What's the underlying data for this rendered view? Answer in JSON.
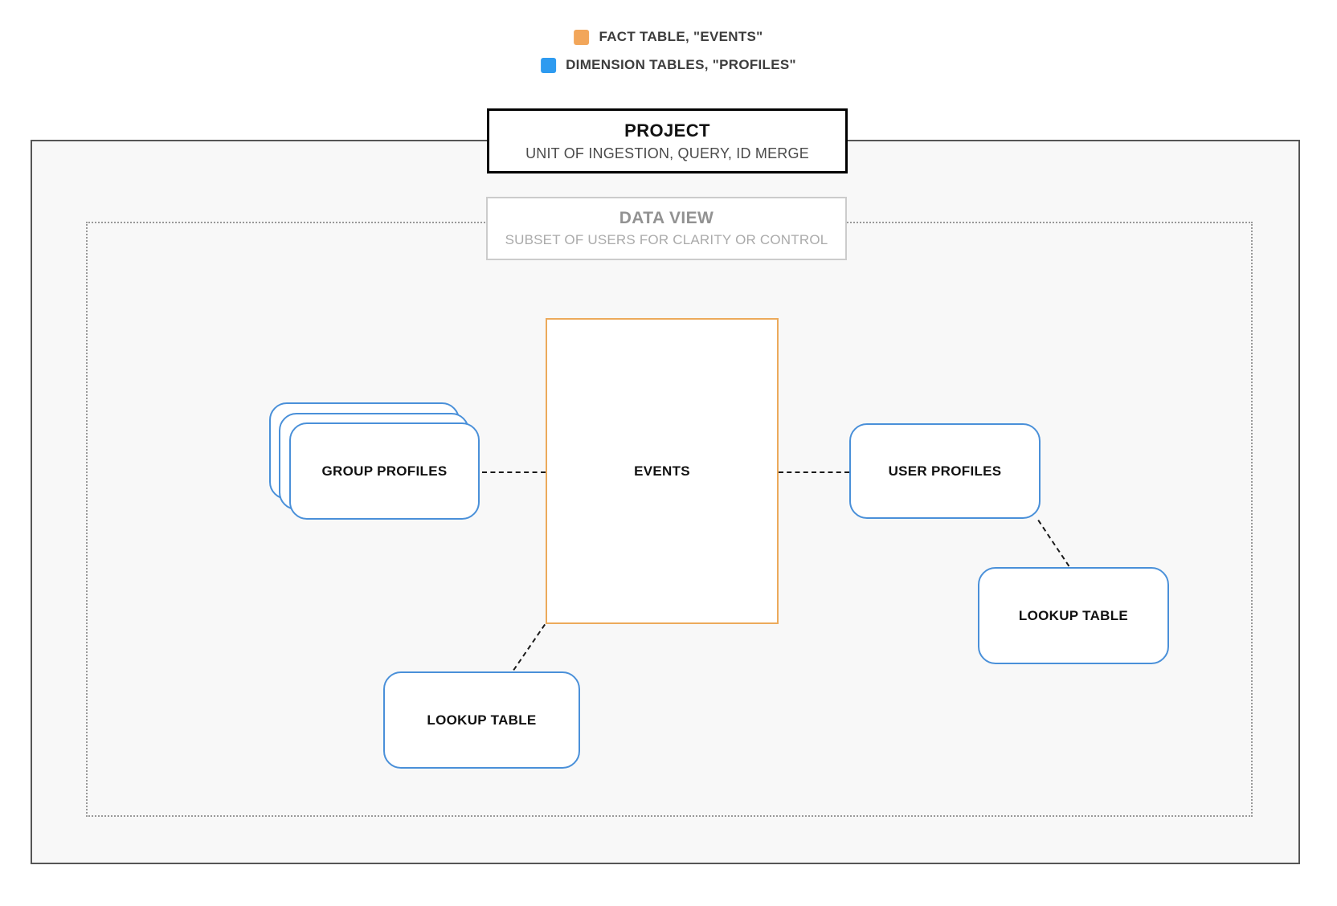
{
  "legend": {
    "items": [
      {
        "name": "fact-table",
        "label": "FACT TABLE, \"EVENTS\"",
        "color": "#f2a65a"
      },
      {
        "name": "dimension-tables",
        "label": "DIMENSION TABLES, \"PROFILES\"",
        "color": "#2e9bf0"
      }
    ]
  },
  "project": {
    "title": "PROJECT",
    "subtitle": "UNIT OF INGESTION, QUERY, ID MERGE"
  },
  "data_view": {
    "title": "DATA VIEW",
    "subtitle": "SUBSET OF USERS FOR CLARITY OR CONTROL"
  },
  "nodes": {
    "events": {
      "label": "EVENTS",
      "type": "fact"
    },
    "group_profiles": {
      "label": "GROUP PROFILES",
      "type": "dimension",
      "stack_count": 3
    },
    "user_profiles": {
      "label": "USER PROFILES",
      "type": "dimension"
    },
    "lookup_table_right": {
      "label": "LOOKUP TABLE",
      "type": "dimension"
    },
    "lookup_table_bottom": {
      "label": "LOOKUP TABLE",
      "type": "dimension"
    }
  },
  "colors": {
    "fact_accent": "#f2a65a",
    "dimension_accent": "#2e9bf0",
    "fact_border": "#ecaa5b",
    "dimension_border": "#4a90d9"
  }
}
